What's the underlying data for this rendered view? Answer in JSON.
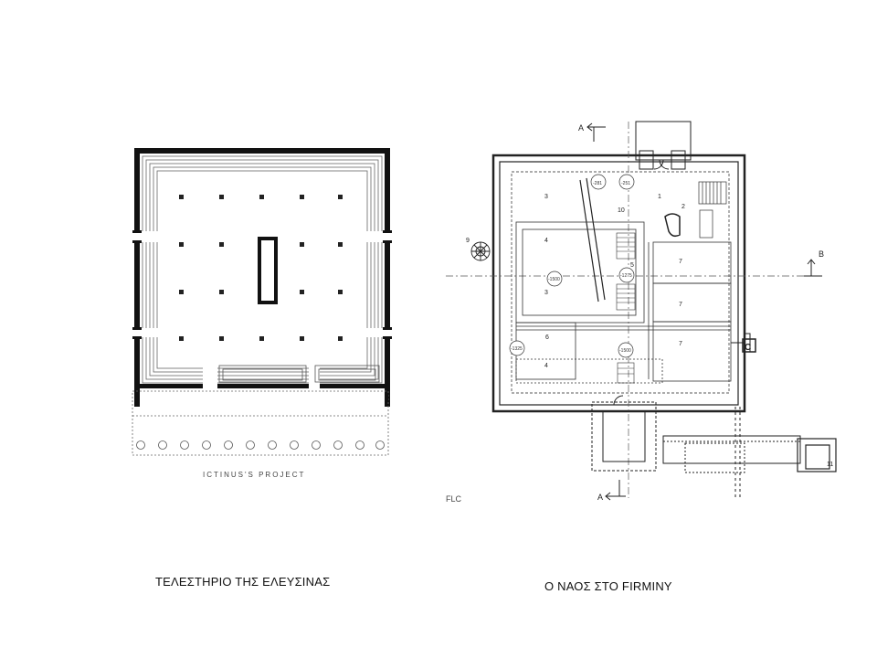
{
  "left_plan": {
    "inscription": "ICTINUS'S PROJECT"
  },
  "right_plan": {
    "section_marks": {
      "a_top": "A",
      "a_bottom": "A",
      "b": "B",
      "c": "C"
    },
    "credit": "FLC",
    "room_numbers": [
      "1",
      "2",
      "3",
      "3",
      "4",
      "4",
      "5",
      "6",
      "7",
      "7",
      "7",
      "9",
      "10",
      "11"
    ],
    "level_marks": [
      "-281",
      "-251",
      "-1500",
      "-1275",
      "-1325",
      "-1500"
    ]
  },
  "captions": {
    "left": "ΤΕΛΕΣΤΗΡΙΟ ΤΗΣ ΕΛΕΥΣΙΝΑΣ",
    "right": "Ο ΝΑΟΣ ΣΤΟ FIRMINY"
  }
}
